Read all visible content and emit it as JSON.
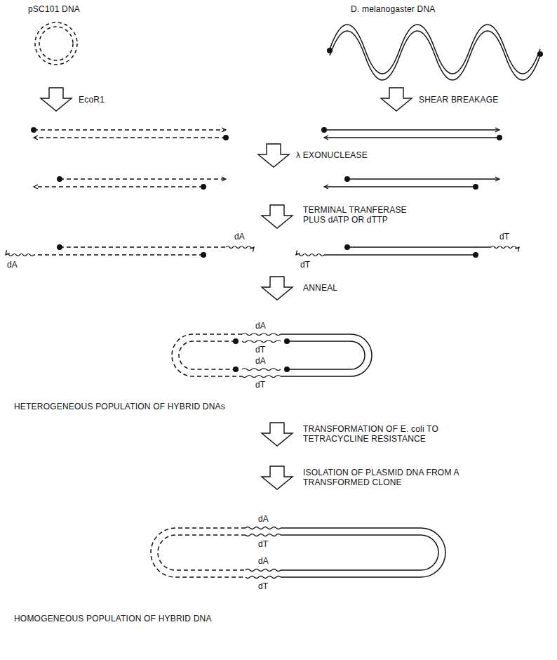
{
  "diagram": {
    "labels": [
      "pSC101 DNA",
      "D. melanogaster DNA",
      "EcoR1",
      "SHEAR BREAKAGE",
      "λ EXONUCLEASE",
      "TERMINAL TRANFERASE PLUS dATP OR dTTP",
      "dA",
      "dA",
      "dT",
      "dT",
      "ANNEAL",
      "dA",
      "dT",
      "dA",
      "dT",
      "HETEROGENEOUS POPULATION OF HYBRID DNAs",
      "TRANSFORMATION OF E. coli TO TETRACYCLINE RESISTANCE",
      "ISOLATION OF PLASMID DNA FROM A TRANSFORMED CLONE",
      "dA",
      "dT",
      "dA",
      "dT",
      "HOMOGENEOUS POPULATION OF HYBRID DNA"
    ]
  }
}
